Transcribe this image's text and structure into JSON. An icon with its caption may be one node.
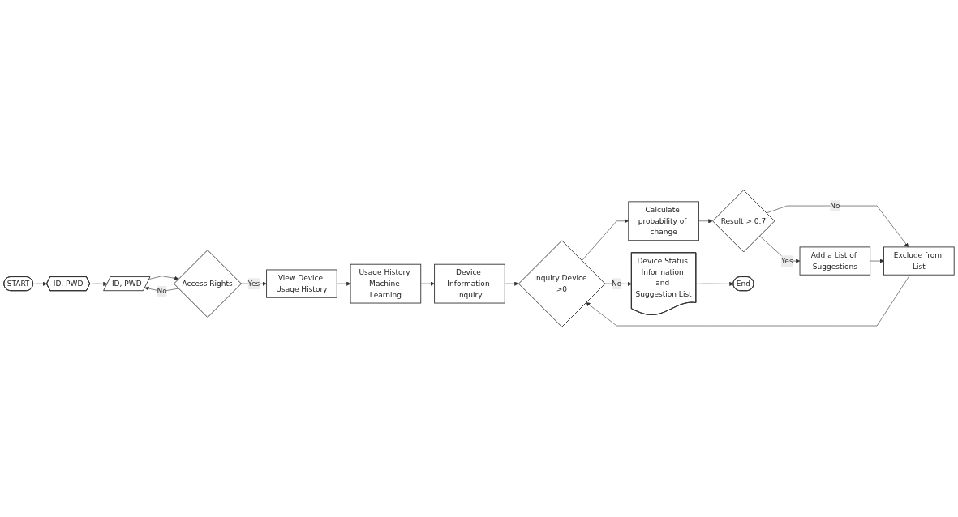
{
  "diagram": {
    "nodes": [
      {
        "text": [
          "START"
        ]
      },
      {
        "text": [
          "ID, PWD"
        ]
      },
      {
        "text": [
          "ID, PWD"
        ]
      },
      {
        "text": [
          "Access Rights"
        ]
      },
      {
        "text": [
          "View Device Usage History"
        ]
      },
      {
        "text": [
          "Usage History Machine Learning"
        ]
      },
      {
        "text": [
          "Device Information Inquiry"
        ]
      },
      {
        "text": [
          "Inquiry Device >0"
        ]
      },
      {
        "text": [
          "Calculate probability of change"
        ]
      },
      {
        "text": [
          "Result > 0.7"
        ]
      },
      {
        "text": [
          "Add a List of Suggestions"
        ]
      },
      {
        "text": [
          "Exclude from List"
        ]
      },
      {
        "text": [
          "Device Status Information and Suggestion List"
        ]
      },
      {
        "text": [
          "End"
        ]
      }
    ],
    "edges": [
      {
        "from": 0,
        "to": 1,
        "arrow": "to"
      },
      {
        "from": 1,
        "to": 2,
        "arrow": "to"
      },
      {
        "from": 2,
        "to": 3,
        "arrow": "to"
      },
      {
        "from": 3,
        "to": 2,
        "label": "No",
        "arrow": "to"
      },
      {
        "from": 3,
        "to": 4,
        "label": "Yes",
        "arrow": "to"
      },
      {
        "from": 4,
        "to": 5,
        "arrow": "to"
      },
      {
        "from": 5,
        "to": 6,
        "arrow": "to"
      },
      {
        "from": 6,
        "to": 7,
        "arrow": "to"
      },
      {
        "from": 7,
        "to": 12,
        "label": "No",
        "arrow": "to"
      },
      {
        "from": 12,
        "to": 13,
        "arrow": "to"
      },
      {
        "from": 7,
        "to": 8,
        "arrow": "to"
      },
      {
        "from": 8,
        "to": 9,
        "arrow": "to"
      },
      {
        "from": 9,
        "to": 11,
        "label": "No",
        "arrow": "to"
      },
      {
        "from": 9,
        "to": 10,
        "label": "Yes",
        "arrow": "to"
      },
      {
        "from": 10,
        "to": 11,
        "arrow": "to"
      },
      {
        "from": 11,
        "to": 7,
        "arrow": "to"
      }
    ]
  }
}
